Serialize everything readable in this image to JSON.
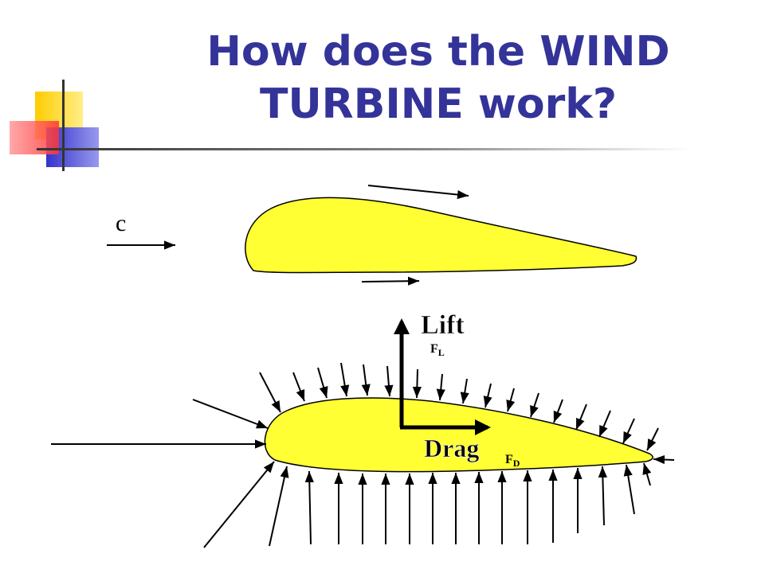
{
  "slide": {
    "title_line1": "How does the WIND",
    "title_line2": "TURBINE work?"
  },
  "diagram": {
    "inflow_label": "c",
    "lift_label": "Lift",
    "lift_symbol": "F",
    "lift_subscript": "L",
    "drag_label": "Drag",
    "drag_symbol": "F",
    "drag_subscript": "D"
  },
  "colors": {
    "title": "#333399",
    "airfoil_fill": "#ffff33",
    "deco_yellow": "#ffcc00",
    "deco_blue": "#3333cc",
    "deco_red": "#ff3333"
  }
}
